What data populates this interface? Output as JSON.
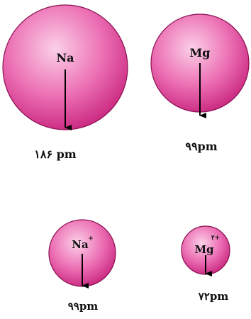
{
  "colors": {
    "sphere_highlight": "#fbd0e8",
    "sphere_mid": "#ec6fb4",
    "sphere_edge": "#c7237c",
    "sphere_outline": "#8a1050",
    "arrow": "#000000",
    "text": "#111111"
  },
  "particles": {
    "na_atom": {
      "symbol": "Na",
      "charge": "",
      "radius_label": "۱۸۶ pm"
    },
    "mg_atom": {
      "symbol": "Mg",
      "charge": "",
      "radius_label": "۹۹pm"
    },
    "na_ion": {
      "symbol": "Na",
      "charge": "+",
      "radius_label": "۹۹pm"
    },
    "mg_ion": {
      "symbol": "Mg",
      "charge": "۲+",
      "radius_label": "۷۲pm"
    }
  }
}
